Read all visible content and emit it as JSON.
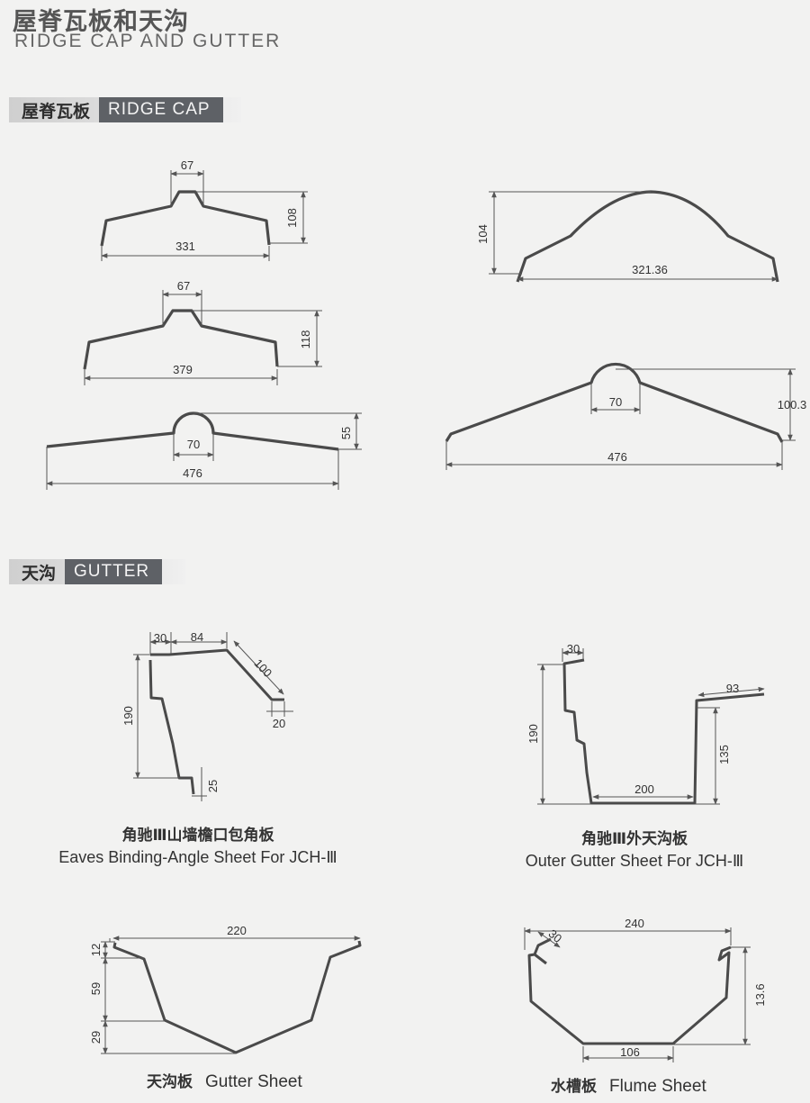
{
  "header": {
    "title_cn": "屋脊瓦板和天沟",
    "title_en": "RIDGE CAP AND GUTTER"
  },
  "sections": {
    "ridge_cap": {
      "cn": "屋脊瓦板",
      "en": "RIDGE CAP"
    },
    "gutter": {
      "cn": "天沟",
      "en": "GUTTER"
    }
  },
  "ridge_profiles": {
    "profile_1": {
      "top": "67",
      "width": "331",
      "height": "108"
    },
    "profile_2": {
      "top": "67",
      "width": "379",
      "height": "118"
    },
    "profile_3": {
      "arc": "70",
      "width": "476",
      "height": "55"
    },
    "profile_4": {
      "width": "321.36",
      "height": "104"
    },
    "profile_5": {
      "arc": "70",
      "width": "476",
      "height": "100.3"
    }
  },
  "gutter_profiles": {
    "eaves": {
      "dims": {
        "a": "30",
        "b": "84",
        "c": "100",
        "d": "20",
        "e": "190",
        "f": "25"
      },
      "caption_cn": "角驰Ⅲ山墙檐口包角板",
      "caption_en": "Eaves Binding-Angle Sheet For JCH-Ⅲ"
    },
    "outer": {
      "dims": {
        "a": "30",
        "b": "93",
        "c": "190",
        "d": "135",
        "e": "200"
      },
      "caption_cn": "角驰Ⅲ外天沟板",
      "caption_en": "Outer Gutter Sheet For JCH-Ⅲ"
    },
    "gutter_sheet": {
      "dims": {
        "width": "220",
        "h1": "12",
        "h2": "59",
        "h3": "29"
      },
      "caption_cn": "天沟板",
      "caption_en": "Gutter Sheet"
    },
    "flume": {
      "dims": {
        "width": "240",
        "lip": "30",
        "height": "13.6",
        "bottom": "106"
      },
      "caption_cn": "水槽板",
      "caption_en": "Flume Sheet"
    }
  },
  "colors": {
    "profile": "#4a4a4a",
    "dimension": "#555555",
    "section_tag": "#5e6166"
  }
}
